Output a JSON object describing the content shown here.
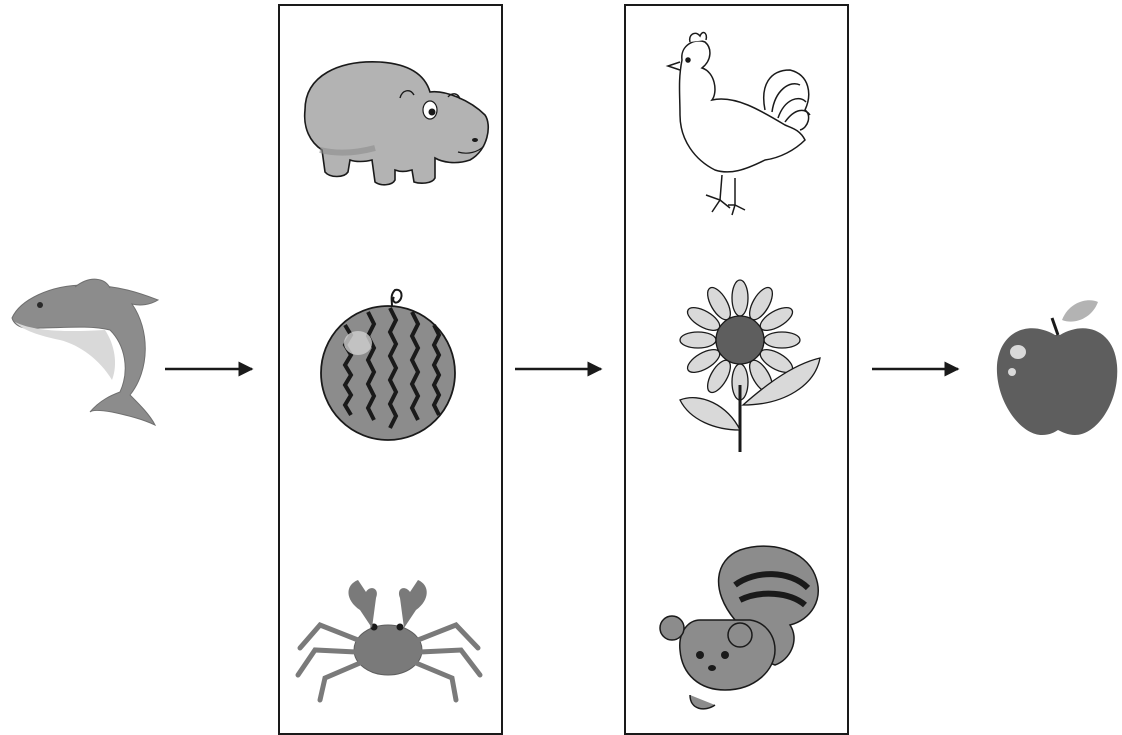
{
  "diagram": {
    "start": {
      "icon": "dolphin-icon"
    },
    "box1": {
      "icons": [
        "hippo-icon",
        "watermelon-icon",
        "crab-icon"
      ]
    },
    "box2": {
      "icons": [
        "rooster-icon",
        "sunflower-icon",
        "chipmunk-icon"
      ]
    },
    "end": {
      "icon": "apple-icon"
    },
    "arrows": [
      "arrow-1",
      "arrow-2",
      "arrow-3"
    ],
    "colors": {
      "stroke": "#1a1a1a",
      "fill_light": "#b3b3b3",
      "fill_mid": "#8c8c8c",
      "fill_dark": "#5e5e5e"
    }
  }
}
